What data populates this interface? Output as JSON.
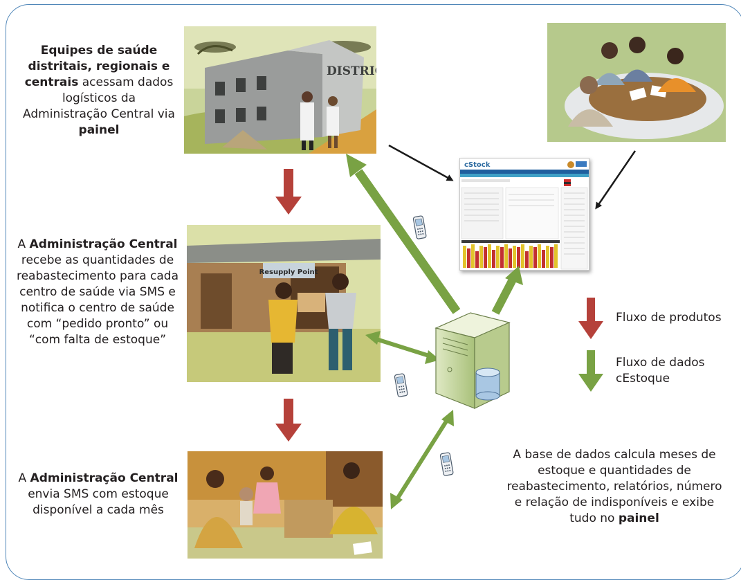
{
  "captions": {
    "district": {
      "bold1": "Equipes de saúde distritais, regionais e centrais",
      "text1": "acessam dados logísticos da Administração Central via",
      "bold2": "painel"
    },
    "resupply": {
      "text0": "A",
      "bold1": "Administração Central",
      "text1": "recebe as quantidades de reabastecimento para cada centro de saúde via SMS e notifica o centro de saúde com “pedido pronto” ou “com falta de estoque”"
    },
    "community": {
      "text0": "A",
      "bold1": "Administração Central",
      "text1": "envia SMS com estoque disponível a cada mês"
    },
    "database": {
      "text1": "A base de dados calcula meses de estoque e quantidades de reabastecimento, relatórios, número e relação de indisponíveis e exibe tudo no",
      "bold1": "painel"
    }
  },
  "scene_text": {
    "district_sign": "DISTRICT",
    "resupply_sign": "Resupply Point",
    "dashboard_logo": "cStock"
  },
  "legend": {
    "products": "Fluxo de produtos",
    "data": "Fluxo de dados cEstoque"
  },
  "colors": {
    "product_flow": "#b5413a",
    "data_flow": "#79a244",
    "frame": "#4f86b8",
    "black_arrow": "#1a1a1a"
  },
  "icons": [
    "server-icon",
    "database-icon",
    "mobile-phone-icon",
    "dashboard-screenshot"
  ]
}
